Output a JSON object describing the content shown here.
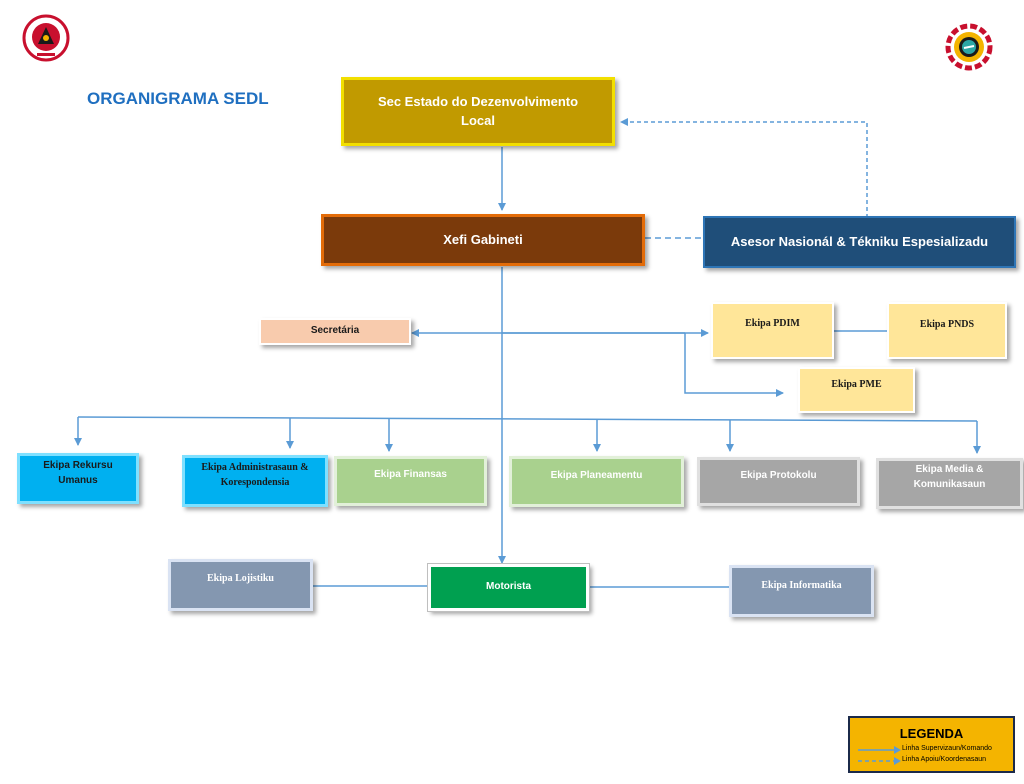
{
  "header": {
    "title": "ORGANIGRAMA SEDL"
  },
  "logos": {
    "left": "timor-leste-seal-icon",
    "right": "gear-ring-logo-icon"
  },
  "colors": {
    "line": "#5b9bd5",
    "gold": "#c19a00",
    "brown": "#7b3a0b",
    "navy": "#1f4e79",
    "peach": "#f8cbad",
    "yellow": "#ffe699",
    "cyan": "#00b0f0",
    "green": "#a9d18e",
    "gray": "#a6a6a6",
    "slate": "#8497b0",
    "darkgreen": "#00a050",
    "legend_bg": "#f4b400"
  },
  "nodes": {
    "sec_estado": "Sec Estado do Dezenvolvimento Local",
    "xefi_gabineti": "Xefi Gabineti",
    "asesor": "Asesor Nasionál & Tékniku Espesializadu",
    "secretaria": "Secretária",
    "ekipa_pdim": "Ekipa PDIM",
    "ekipa_pnds": "Ekipa PNDS",
    "ekipa_pme": "Ekipa PME",
    "ekipa_rekursu": "Ekipa Rekursu Umanus",
    "ekipa_administrasaun": "Ekipa Administrasaun & Korespondensia",
    "ekipa_finansas": "Ekipa Finansas",
    "ekipa_planeamentu": "Ekipa Planeamentu",
    "ekipa_protokolu": "Ekipa Protokolu",
    "ekipa_media": "Ekipa Media & Komunikasaun",
    "ekipa_lojistiku": "Ekipa Lojistiku",
    "motorista": "Motorista",
    "ekipa_informatika": "Ekipa Informatika"
  },
  "legend": {
    "title": "LEGENDA",
    "solid_label": "Linha Supervizaun/Komando",
    "dashed_label": "Linha Apoiu/Koordenasaun"
  }
}
